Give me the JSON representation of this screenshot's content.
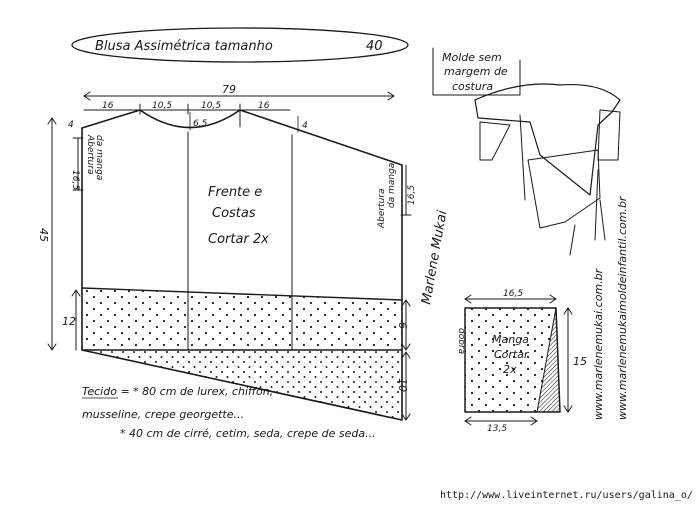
{
  "title": "Blusa Assimétrica tamanho",
  "size": "40",
  "note_molde": [
    "Molde sem",
    "margem de",
    "costura"
  ],
  "main_piece": {
    "label_lines": [
      "Frente e",
      "Costas",
      "Cortar 2x"
    ],
    "total_width": "79",
    "top_segments": [
      "16",
      "10,5",
      "10,5",
      "16"
    ],
    "neck_depth": "6,5",
    "shoulder_drop": "4",
    "left_drop": "4",
    "left_arm_opening_measure": "16,5",
    "left_arm_opening_label": [
      "Abertura",
      "da manga"
    ],
    "right_arm_opening_measure": "16,5",
    "right_arm_opening_label": [
      "Abertura",
      "da manga"
    ],
    "height_left": "45",
    "band_left": "12",
    "band_right_top": "6",
    "band_right_bottom": "10"
  },
  "sleeve": {
    "label_lines": [
      "Manga",
      "Cortar",
      "2x"
    ],
    "fold_label": "dobra",
    "top_width": "16,5",
    "bottom_width": "13,5",
    "height": "15"
  },
  "fabric": {
    "line1": "Tecido = * 80 cm de lurex, chiffon,",
    "line2": "musseline, crepe georgette...",
    "line3": "* 40 cm de cirré, cetim, seda, crepe de seda..."
  },
  "signature": "Marlene Mukai",
  "vertical_urls": [
    "www.marlenemukai.com.br",
    "www.marlenemukaimoldeinfantil.com.br"
  ],
  "footer_url": "http://www.liveinternet.ru/users/galina_o/"
}
